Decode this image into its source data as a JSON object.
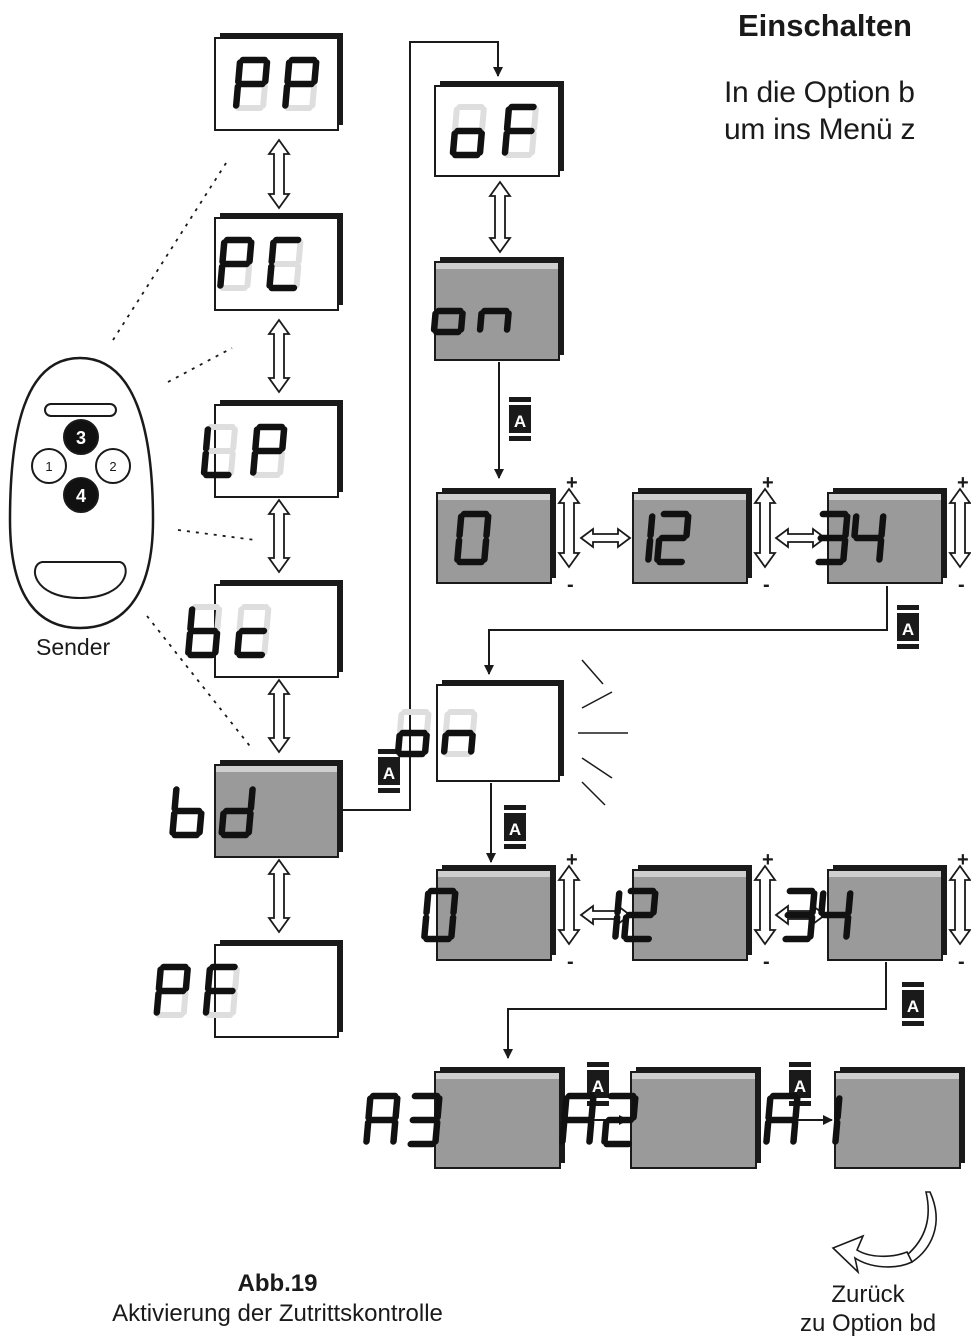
{
  "title": "Einschalten",
  "intro": [
    "In die Option b",
    "um ins Menü z"
  ],
  "sender_label": "Sender",
  "remote_buttons": [
    "3",
    "1",
    "2",
    "4"
  ],
  "key_label": "A",
  "caption": {
    "number": "Abb.19",
    "text": "Aktivierung der Zutrittskontrolle"
  },
  "back_note": [
    "Zurück",
    "zu Option bd"
  ],
  "menu_options": [
    "PP",
    "PC",
    "LP",
    "bc",
    "bd",
    "PF"
  ],
  "selected_option": "bd",
  "on_off": [
    "oF",
    "on"
  ],
  "blinking_display": "on",
  "code_sequence": [
    "0",
    "12",
    "34"
  ],
  "attempts": [
    "A3",
    "A2",
    "A1"
  ]
}
